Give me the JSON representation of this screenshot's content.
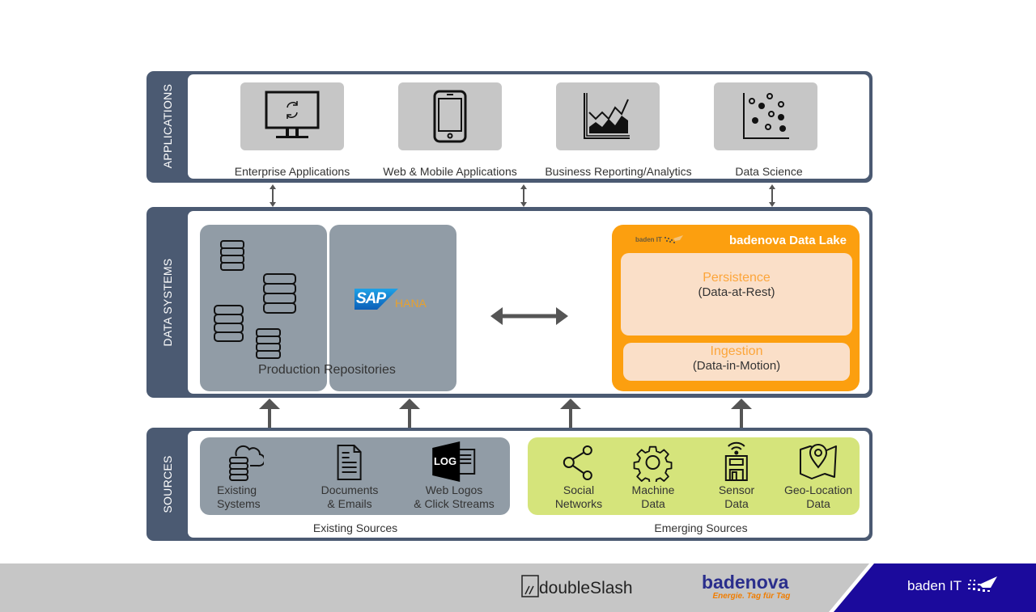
{
  "layers": {
    "applications": {
      "label": "APPLICATIONS",
      "items": [
        {
          "label": "Enterprise Applications",
          "icon": "monitor-sync-icon"
        },
        {
          "label": "Web & Mobile Applications",
          "icon": "smartphone-icon"
        },
        {
          "label": "Business Reporting/Analytics",
          "icon": "area-chart-icon"
        },
        {
          "label": "Data Science",
          "icon": "scatter-plot-icon"
        }
      ]
    },
    "data_systems": {
      "label": "DATA SYSTEMS",
      "production": {
        "label": "Production Repositories",
        "sap_logo": "SAP",
        "sap_product": "HANA"
      },
      "data_lake": {
        "title": "badenova Data Lake",
        "brand": "baden IT",
        "persistence_title": "Persistence",
        "persistence_sub": "(Data-at-Rest)",
        "ingestion_title": "Ingestion",
        "ingestion_sub": "(Data-in-Motion)"
      }
    },
    "sources": {
      "label": "SOURCES",
      "existing": {
        "caption": "Existing Sources",
        "items": [
          {
            "line1": "Existing",
            "line2": "Systems",
            "icon": "database-cloud-icon"
          },
          {
            "line1": "Documents",
            "line2": "& Emails",
            "icon": "document-icon"
          },
          {
            "line1": "Web Logos",
            "line2": "& Click Streams",
            "icon": "log-file-icon",
            "badge": "LOG"
          }
        ]
      },
      "emerging": {
        "caption": "Emerging Sources",
        "items": [
          {
            "line1": "Social",
            "line2": "Networks",
            "icon": "share-icon"
          },
          {
            "line1": "Machine",
            "line2": "Data",
            "icon": "gear-icon"
          },
          {
            "line1": "Sensor",
            "line2": "Data",
            "icon": "sensor-icon"
          },
          {
            "line1": "Geo-Location",
            "line2": "Data",
            "icon": "map-pin-icon"
          }
        ]
      }
    }
  },
  "footer": {
    "doubleslash": "doubleSlash",
    "badenova_name": "badenova",
    "badenova_tagline": "Energie. Tag für Tag",
    "badenit": "baden IT"
  },
  "colors": {
    "layer": "#4b5a72",
    "repo": "#919ca6",
    "lake": "#fc9f0f",
    "lake_box": "#fadfc8",
    "emerging": "#d5e47b",
    "footer_grey": "#c6c6c6",
    "footer_blue": "#1b0a9c"
  }
}
